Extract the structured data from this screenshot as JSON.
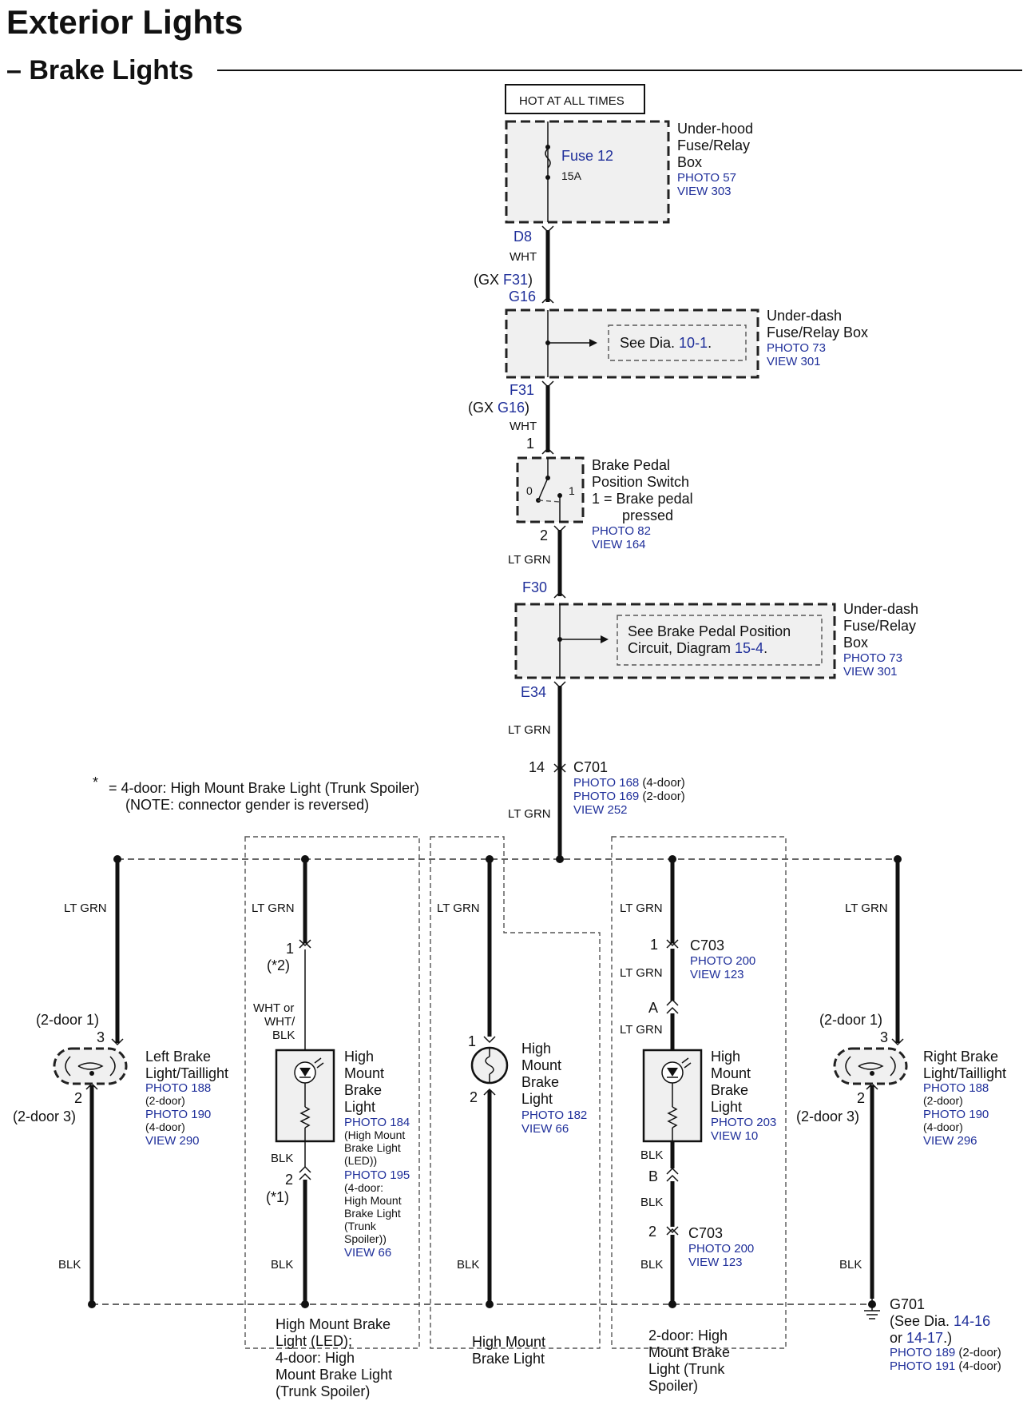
{
  "page": {
    "title": "Exterior Lights",
    "subtitle": "– Brake Lights"
  },
  "power": {
    "hot_label": "HOT AT ALL TIMES"
  },
  "underhood_box": {
    "fuse_name": "Fuse 12",
    "fuse_rating": "15A",
    "name_lines": [
      "Under-hood",
      "Fuse/Relay",
      "Box"
    ],
    "photo": "PHOTO 57",
    "view": "VIEW 303"
  },
  "wire1": {
    "terminal_top": "D8",
    "color": "WHT",
    "gx_prefix": "(GX ",
    "gx_terminal": "F31",
    "gx_suffix": ")",
    "terminal_bottom": "G16"
  },
  "underdash_box1": {
    "see_prefix": "See Dia. ",
    "see_ref": "10-1",
    "see_suffix": ".",
    "name_lines": [
      "Under-dash",
      "Fuse/Relay Box"
    ],
    "photo": "PHOTO 73",
    "view": "VIEW 301"
  },
  "wire2": {
    "terminal_top": "F31",
    "gx_prefix": "(GX ",
    "gx_terminal": "G16",
    "gx_suffix": ")",
    "color": "WHT",
    "pin": "1"
  },
  "brake_switch": {
    "name_lines": [
      "Brake Pedal",
      "Position Switch",
      "1 =  Brake pedal",
      "pressed"
    ],
    "pos0": "0",
    "pos1": "1",
    "photo": "PHOTO 82",
    "view": "VIEW 164",
    "pin_out": "2"
  },
  "wire3": {
    "color": "LT GRN",
    "terminal": "F30"
  },
  "underdash_box2": {
    "see_line1": "See Brake Pedal Position",
    "see_line2_prefix": "Circuit,  Diagram ",
    "see_ref": "15-4",
    "see_suffix": ".",
    "name_lines": [
      "Under-dash",
      "Fuse/Relay",
      "Box"
    ],
    "photo": "PHOTO 73",
    "view": "VIEW 301"
  },
  "wire4": {
    "terminal": "E34",
    "color": "LT GRN",
    "pin": "14",
    "connector": "C701",
    "photo_4door": "PHOTO 168",
    "photo_4door_note": " (4-door)",
    "photo_2door": "PHOTO 169",
    "photo_2door_note": " (2-door)",
    "view": "VIEW 252",
    "color_below": "LT GRN"
  },
  "footnote": {
    "star": "*",
    "line1": "=  4-door: High Mount Brake Light (Trunk Spoiler)",
    "line2": "(NOTE: connector gender is reversed)"
  },
  "left_light": {
    "wire_top": "LT GRN",
    "door2_top": "(2-door 1)",
    "pin_top": "3",
    "pin_bottom": "2",
    "door2_bottom": "(2-door 3)",
    "name_lines": [
      "Left Brake",
      "Light/Taillight"
    ],
    "photo_a": "PHOTO 188",
    "note_a": "(2-door)",
    "photo_b": "PHOTO 190",
    "note_b": "(4-door)",
    "view": "VIEW 290",
    "wire_bottom": "BLK"
  },
  "hm_led": {
    "wire_top": "LT GRN",
    "pin_top": "1",
    "pin_top_note": "(*2)",
    "wire_mid_lines": [
      "WHT or",
      "WHT/",
      "BLK"
    ],
    "name_lines": [
      "High",
      "Mount",
      "Brake",
      "Light"
    ],
    "photo_a": "PHOTO 184",
    "note_a_lines": [
      "(High Mount",
      "Brake Light",
      "(LED))"
    ],
    "photo_b": "PHOTO 195",
    "note_b_lines": [
      "(4-door:",
      "High Mount",
      "Brake Light",
      "(Trunk",
      "Spoiler))"
    ],
    "view": "VIEW 66",
    "wire_below": "BLK",
    "pin_bottom": "2",
    "pin_bottom_note": "(*1)",
    "wire_bottom": "BLK",
    "caption_lines": [
      "High Mount Brake",
      "Light (LED);",
      "4-door: High",
      "Mount Brake Light",
      "(Trunk Spoiler)"
    ]
  },
  "hm_bulb": {
    "wire_top": "LT GRN",
    "pin_top": "1",
    "pin_bottom": "2",
    "name_lines": [
      "High",
      "Mount",
      "Brake",
      "Light"
    ],
    "photo": "PHOTO 182",
    "view": "VIEW 66",
    "wire_bottom": "BLK",
    "caption_lines": [
      "High Mount",
      "Brake Light"
    ]
  },
  "hm_spoiler": {
    "wire_top": "LT GRN",
    "pin_top": "1",
    "connector_top": "C703",
    "photo_top": "PHOTO 200",
    "view_top": "VIEW 123",
    "wire_a": "LT GRN",
    "pin_a": "A",
    "wire_a2": "LT GRN",
    "name_lines": [
      "High",
      "Mount",
      "Brake",
      "Light"
    ],
    "photo": "PHOTO 203",
    "view": "VIEW 10",
    "wire_b": "BLK",
    "pin_b": "B",
    "wire_b2": "BLK",
    "pin_bottom": "2",
    "connector_bottom": "C703",
    "photo_bottom": "PHOTO 200",
    "view_bottom": "VIEW 123",
    "wire_bottom": "BLK",
    "caption_lines": [
      "2-door: High",
      "Mount Brake",
      "Light (Trunk",
      "Spoiler)"
    ]
  },
  "right_light": {
    "wire_top": "LT GRN",
    "door2_top": "(2-door 1)",
    "pin_top": "3",
    "pin_bottom": "2",
    "door2_bottom": "(2-door 3)",
    "name_lines": [
      "Right Brake",
      "Light/Taillight"
    ],
    "photo_a": "PHOTO 188",
    "note_a": "(2-door)",
    "photo_b": "PHOTO 190",
    "note_b": "(4-door)",
    "view": "VIEW 296",
    "wire_bottom": "BLK"
  },
  "ground": {
    "name": "G701",
    "see_line1_prefix": "(See Dia. ",
    "see_ref1": "14-16",
    "see_line2_prefix": "or ",
    "see_ref2": "14-17",
    "see_line2_suffix": ".)",
    "photo_a": "PHOTO 189",
    "note_a": " (2-door)",
    "photo_b": "PHOTO 191",
    "note_b": " (4-door)"
  }
}
